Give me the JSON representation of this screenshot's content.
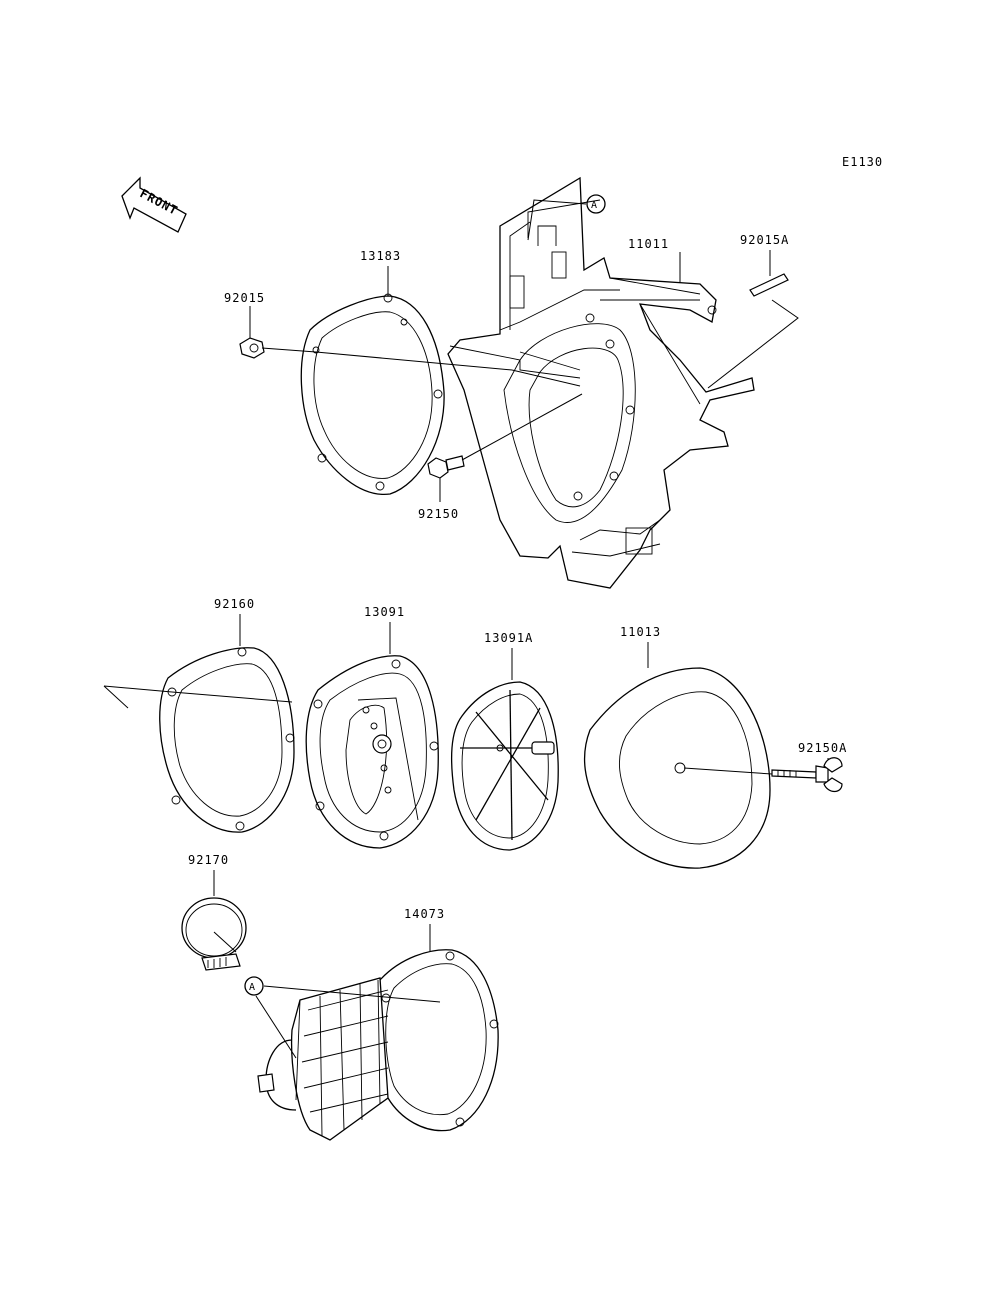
{
  "diagram_code": "E1130",
  "front_label": "FRONT",
  "ref_marker": "A",
  "parts": [
    {
      "id": "p13183",
      "number": "13183"
    },
    {
      "id": "p92015",
      "number": "92015"
    },
    {
      "id": "p11011",
      "number": "11011"
    },
    {
      "id": "p92015A",
      "number": "92015A"
    },
    {
      "id": "p92150",
      "number": "92150"
    },
    {
      "id": "p92160",
      "number": "92160"
    },
    {
      "id": "p13091",
      "number": "13091"
    },
    {
      "id": "p13091A",
      "number": "13091A"
    },
    {
      "id": "p11013",
      "number": "11013"
    },
    {
      "id": "p92150A",
      "number": "92150A"
    },
    {
      "id": "p92170",
      "number": "92170"
    },
    {
      "id": "p14073",
      "number": "14073"
    }
  ]
}
